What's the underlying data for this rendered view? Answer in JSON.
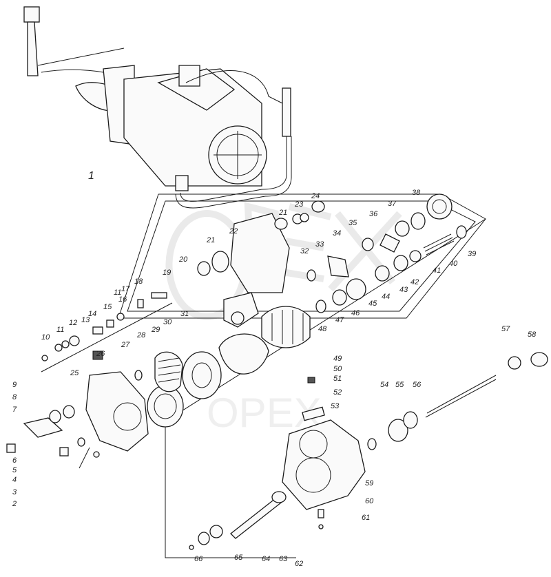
{
  "labels": [
    "1",
    "2",
    "3",
    "4",
    "5",
    "6",
    "7",
    "8",
    "9",
    "10",
    "11",
    "11",
    "12",
    "13",
    "14",
    "15",
    "16",
    "17",
    "18",
    "19",
    "20",
    "21",
    "21",
    "22",
    "23",
    "24",
    "25",
    "26",
    "27",
    "28",
    "29",
    "30",
    "31",
    "32",
    "33",
    "34",
    "35",
    "36",
    "37",
    "38",
    "39",
    "40",
    "41",
    "42",
    "43",
    "44",
    "45",
    "46",
    "47",
    "48",
    "49",
    "50",
    "51",
    "52",
    "53",
    "54",
    "55",
    "56",
    "57",
    "58",
    "59",
    "60",
    "61",
    "62",
    "63",
    "64",
    "65",
    "66"
  ],
  "watermark": "OPEX"
}
